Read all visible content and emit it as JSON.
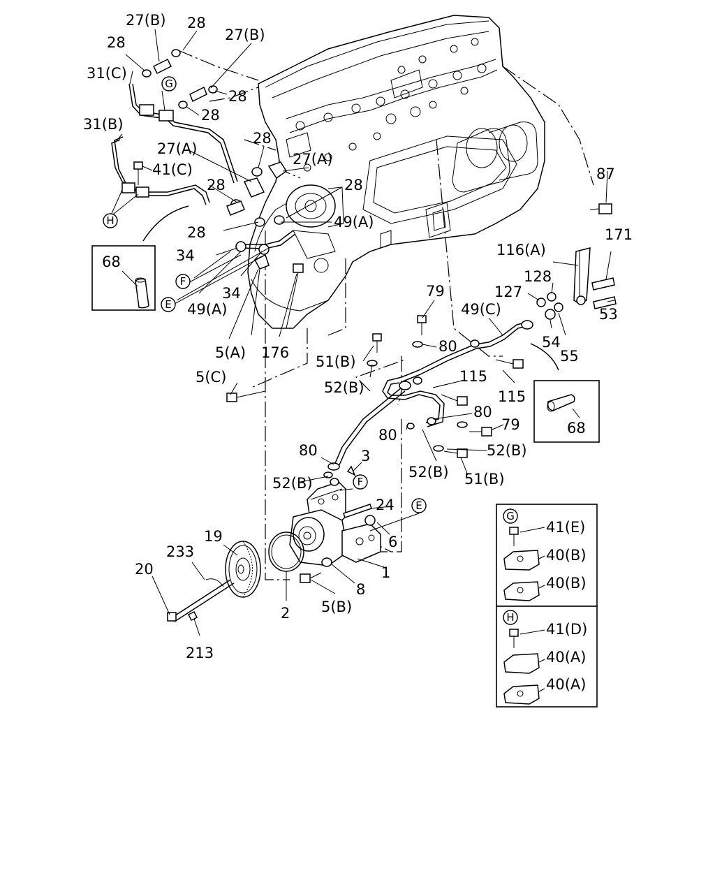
{
  "labels": [
    {
      "id": "l1",
      "text": "27(B)"
    },
    {
      "id": "l2",
      "text": "28"
    },
    {
      "id": "l3",
      "text": "28"
    },
    {
      "id": "l4",
      "text": "27(B)"
    },
    {
      "id": "l5",
      "text": "31(C)"
    },
    {
      "id": "l6",
      "text": "28"
    },
    {
      "id": "l7",
      "text": "28"
    },
    {
      "id": "l8",
      "text": "31(B)"
    },
    {
      "id": "l9",
      "text": "28"
    },
    {
      "id": "l10",
      "text": "27(A)"
    },
    {
      "id": "l11",
      "text": "27(A)"
    },
    {
      "id": "l12",
      "text": "41(C)"
    },
    {
      "id": "l13",
      "text": "28"
    },
    {
      "id": "l14",
      "text": "28"
    },
    {
      "id": "l15",
      "text": "28"
    },
    {
      "id": "l16",
      "text": "49(A)"
    },
    {
      "id": "l17",
      "text": "87"
    },
    {
      "id": "l18",
      "text": "171"
    },
    {
      "id": "l19",
      "text": "116(A)"
    },
    {
      "id": "l20",
      "text": "128"
    },
    {
      "id": "l21",
      "text": "127"
    },
    {
      "id": "l22",
      "text": "53"
    },
    {
      "id": "l23",
      "text": "54"
    },
    {
      "id": "l24",
      "text": "55"
    },
    {
      "id": "l25",
      "text": "34"
    },
    {
      "id": "l26",
      "text": "34"
    },
    {
      "id": "l27",
      "text": "49(A)"
    },
    {
      "id": "l28",
      "text": "5(A)"
    },
    {
      "id": "l29",
      "text": "176"
    },
    {
      "id": "l30",
      "text": "5(C)"
    },
    {
      "id": "l31",
      "text": "79"
    },
    {
      "id": "l32",
      "text": "80"
    },
    {
      "id": "l33",
      "text": "49(C)"
    },
    {
      "id": "l34",
      "text": "51(B)"
    },
    {
      "id": "l35",
      "text": "52(B)"
    },
    {
      "id": "l36",
      "text": "115"
    },
    {
      "id": "l37",
      "text": "115"
    },
    {
      "id": "l38",
      "text": "80"
    },
    {
      "id": "l39",
      "text": "79"
    },
    {
      "id": "l40",
      "text": "80"
    },
    {
      "id": "l41",
      "text": "52(B)"
    },
    {
      "id": "l42",
      "text": "52(B)"
    },
    {
      "id": "l43",
      "text": "51(B)"
    },
    {
      "id": "l44",
      "text": "80"
    },
    {
      "id": "l45",
      "text": "3"
    },
    {
      "id": "l46",
      "text": "52(B)"
    },
    {
      "id": "l47",
      "text": "24"
    },
    {
      "id": "l48",
      "text": "6"
    },
    {
      "id": "l49",
      "text": "1"
    },
    {
      "id": "l50",
      "text": "19"
    },
    {
      "id": "l51",
      "text": "233"
    },
    {
      "id": "l52",
      "text": "20"
    },
    {
      "id": "l53",
      "text": "8"
    },
    {
      "id": "l54",
      "text": "2"
    },
    {
      "id": "l55",
      "text": "5(B)"
    },
    {
      "id": "l56",
      "text": "213"
    }
  ],
  "callouts": [
    {
      "id": "c1",
      "text": "G"
    },
    {
      "id": "c2",
      "text": "H"
    },
    {
      "id": "c3",
      "text": "F"
    },
    {
      "id": "c4",
      "text": "E"
    },
    {
      "id": "c5",
      "text": "F"
    },
    {
      "id": "c6",
      "text": "E"
    }
  ],
  "inset_left": {
    "label": "68"
  },
  "inset_right": {
    "label": "68"
  },
  "legend_g": {
    "callout": "G",
    "items": [
      "41(E)",
      "40(B)",
      "40(B)"
    ]
  },
  "legend_h": {
    "callout": "H",
    "items": [
      "41(D)",
      "40(A)",
      "40(A)"
    ]
  }
}
